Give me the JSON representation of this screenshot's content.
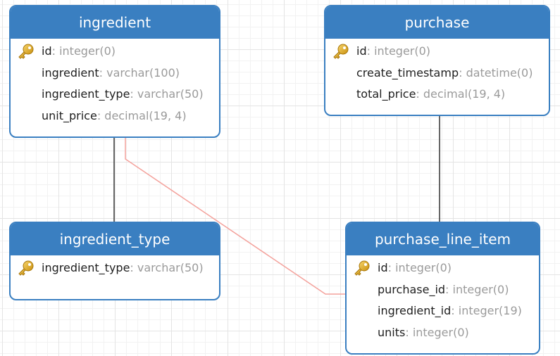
{
  "entities": {
    "ingredient": {
      "title": "ingredient",
      "fields": [
        {
          "name": "id",
          "type": ": integer(0)",
          "key": true
        },
        {
          "name": "ingredient",
          "type": ": varchar(100)",
          "key": false
        },
        {
          "name": "ingredient_type",
          "type": ": varchar(50)",
          "key": false
        },
        {
          "name": "unit_price",
          "type": ": decimal(19, 4)",
          "key": false
        }
      ]
    },
    "purchase": {
      "title": "purchase",
      "fields": [
        {
          "name": "id",
          "type": ": integer(0)",
          "key": true
        },
        {
          "name": "create_timestamp",
          "type": ": datetime(0)",
          "key": false
        },
        {
          "name": "total_price",
          "type": ": decimal(19, 4)",
          "key": false
        }
      ]
    },
    "ingredient_type": {
      "title": "ingredient_type",
      "fields": [
        {
          "name": "ingredient_type",
          "type": ": varchar(50)",
          "key": true
        }
      ]
    },
    "purchase_line_item": {
      "title": "purchase_line_item",
      "fields": [
        {
          "name": "id",
          "type": ": integer(0)",
          "key": true
        },
        {
          "name": "purchase_id",
          "type": ": integer(0)",
          "key": false
        },
        {
          "name": "ingredient_id",
          "type": ": integer(19)",
          "key": false
        },
        {
          "name": "units",
          "type": ": integer(0)",
          "key": false
        }
      ]
    }
  },
  "relationships": [
    {
      "from": "ingredient",
      "to": "ingredient_type",
      "color": "#333333"
    },
    {
      "from": "ingredient",
      "to": "purchase_line_item",
      "color": "#f4a19b"
    },
    {
      "from": "purchase",
      "to": "purchase_line_item",
      "color": "#333333"
    }
  ]
}
